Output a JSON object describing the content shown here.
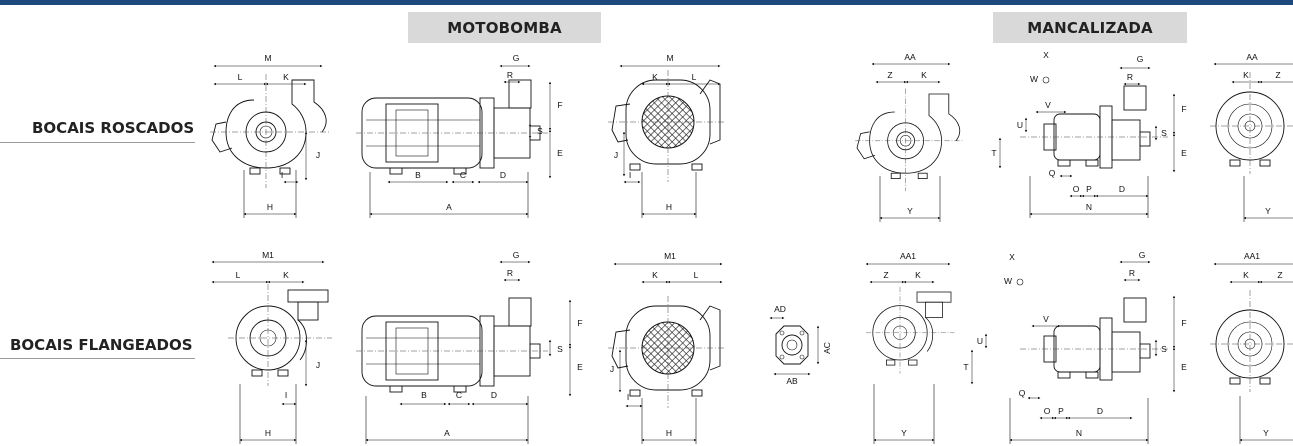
{
  "colors": {
    "accent_bar": "#1c4a7e",
    "header_bg": "#d9d9d9",
    "text": "#222222"
  },
  "headers": {
    "motobomba": "MOTOBOMBA",
    "mancalizada": "MANCALIZADA"
  },
  "rows": {
    "roscados": "BOCAIS ROSCADOS",
    "flangeados": "BOCAIS FLANGEADOS"
  },
  "dims": {
    "A": "A",
    "B": "B",
    "C": "C",
    "D": "D",
    "E": "E",
    "F": "F",
    "G": "G",
    "H": "H",
    "I": "I",
    "J": "J",
    "K": "K",
    "L": "L",
    "M": "M",
    "M1": "M1",
    "N": "N",
    "O": "O",
    "P": "P",
    "Q": "Q",
    "R": "R",
    "S": "S",
    "T": "T",
    "U": "U",
    "V": "V",
    "W": "W",
    "X": "X",
    "Y": "Y",
    "Z": "Z",
    "AA": "AA",
    "AA1": "AA1",
    "AB": "AB",
    "AC": "AC",
    "AD": "AD"
  }
}
